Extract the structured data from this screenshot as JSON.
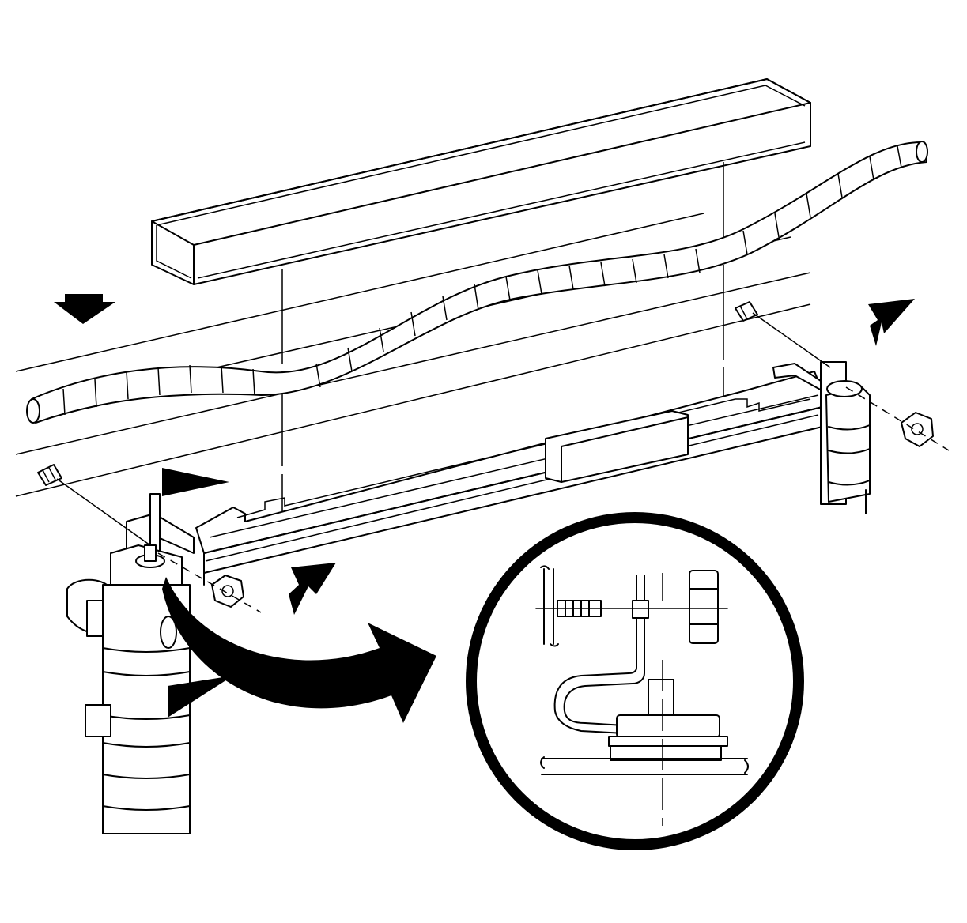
{
  "diagram": {
    "colors": {
      "ink": "#000000",
      "paper": "#ffffff"
    },
    "parts": [
      "insulator-block",
      "wiring-harness-conduit",
      "radiator-support",
      "left-bracket",
      "right-bracket",
      "bolts",
      "nuts",
      "direction-arrows",
      "detail-callout"
    ]
  }
}
